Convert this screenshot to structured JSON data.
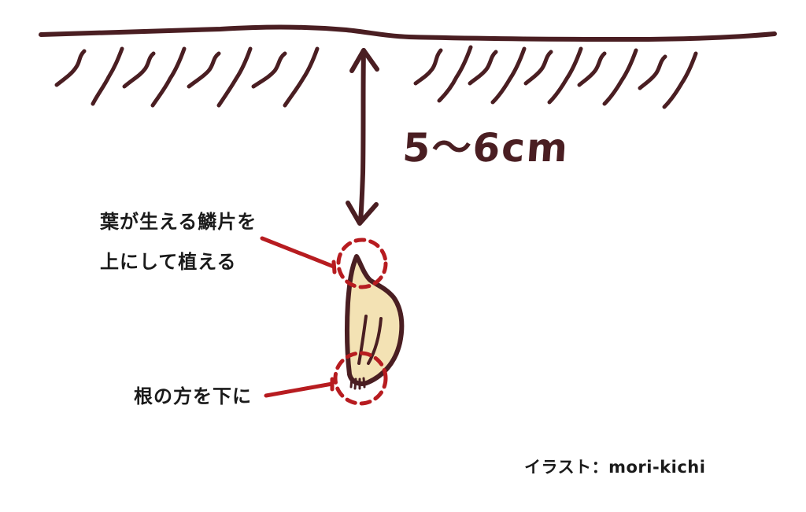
{
  "diagram": {
    "type": "planting-depth-illustration",
    "subject": "garlic clove planting",
    "depth_label": "5～6cm",
    "annotations": {
      "top_line_1": "葉が生える鱗片を",
      "top_line_2": "上にして植える",
      "bottom": "根の方を下に"
    },
    "credit": "イラスト：mori-kichi",
    "icons": {
      "ground": "ground-surface-line",
      "soil": "soil-hatch-marks",
      "arrow": "double-arrow-icon",
      "clove": "garlic-clove-icon",
      "highlight": "dashed-circle-highlight"
    },
    "colors": {
      "ink": "#4a1e22",
      "clove_fill": "#f3e2b4",
      "accent_red": "#b71c20",
      "text": "#1a1a1a",
      "background": "#ffffff"
    }
  }
}
